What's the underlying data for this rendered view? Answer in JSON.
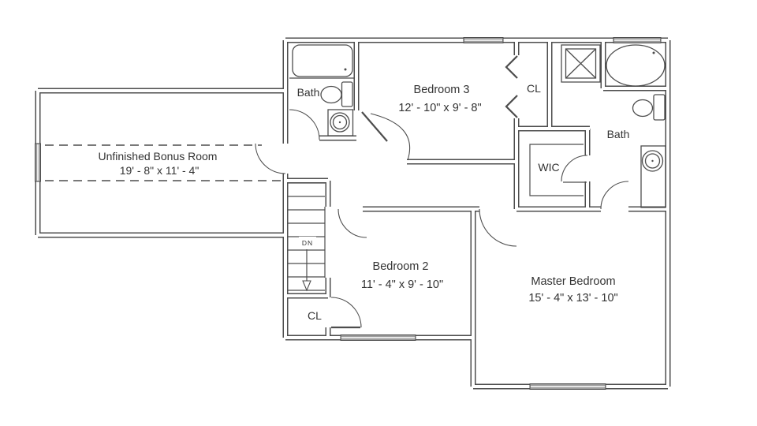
{
  "colors": {
    "background": "#ffffff",
    "wall": "#4d4d4d",
    "text": "#333333",
    "window_fill": "#9c9c9c"
  },
  "rooms": {
    "bonus_room": {
      "name": "Unfinished Bonus Room",
      "dims": "19' - 8\" x 11' - 4\""
    },
    "bath_1": {
      "name": "Bath"
    },
    "bedroom_3": {
      "name": "Bedroom 3",
      "dims": "12' - 10\" x 9' - 8\""
    },
    "closet_1": {
      "name": "CL"
    },
    "bath_2": {
      "name": "Bath"
    },
    "wic": {
      "name": "WIC"
    },
    "bedroom_2": {
      "name": "Bedroom 2",
      "dims": "11' - 4\" x 9' - 10\""
    },
    "master_bedroom": {
      "name": "Master Bedroom",
      "dims": "15' - 4\" x 13' - 10\""
    },
    "closet_2": {
      "name": "CL"
    }
  },
  "stairs": {
    "label": "DN"
  }
}
